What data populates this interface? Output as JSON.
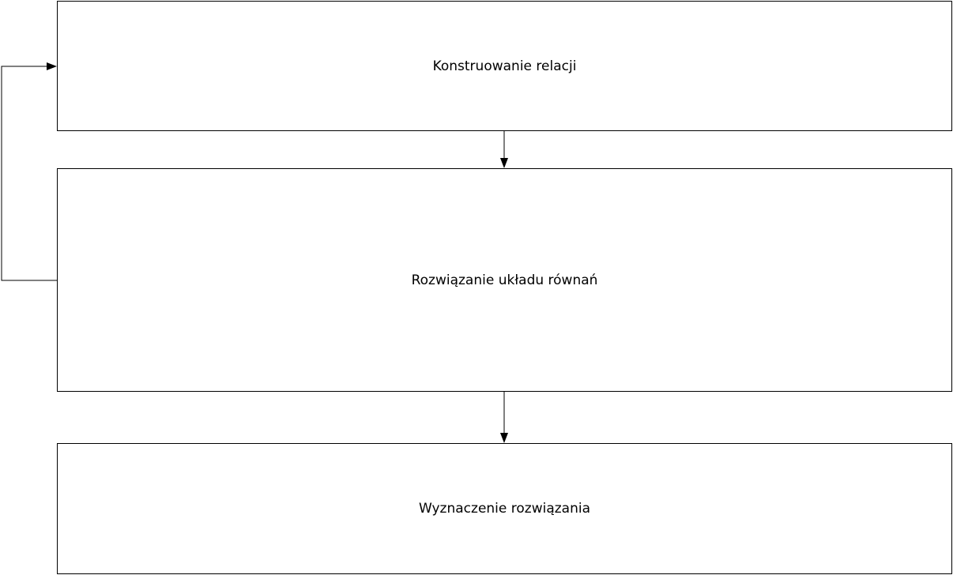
{
  "diagram": {
    "nodes": [
      {
        "id": "n1",
        "label": "Konstruowanie relacji"
      },
      {
        "id": "n2",
        "label": "Rozwiązanie układu równań"
      },
      {
        "id": "n3",
        "label": "Wyznaczenie rozwiązania"
      }
    ],
    "edges": [
      {
        "from": "n1",
        "to": "n2"
      },
      {
        "from": "n2",
        "to": "n3"
      },
      {
        "from": "n2",
        "to": "n1"
      }
    ],
    "colors": {
      "stroke": "#000000",
      "fill": "#ffffff"
    }
  }
}
